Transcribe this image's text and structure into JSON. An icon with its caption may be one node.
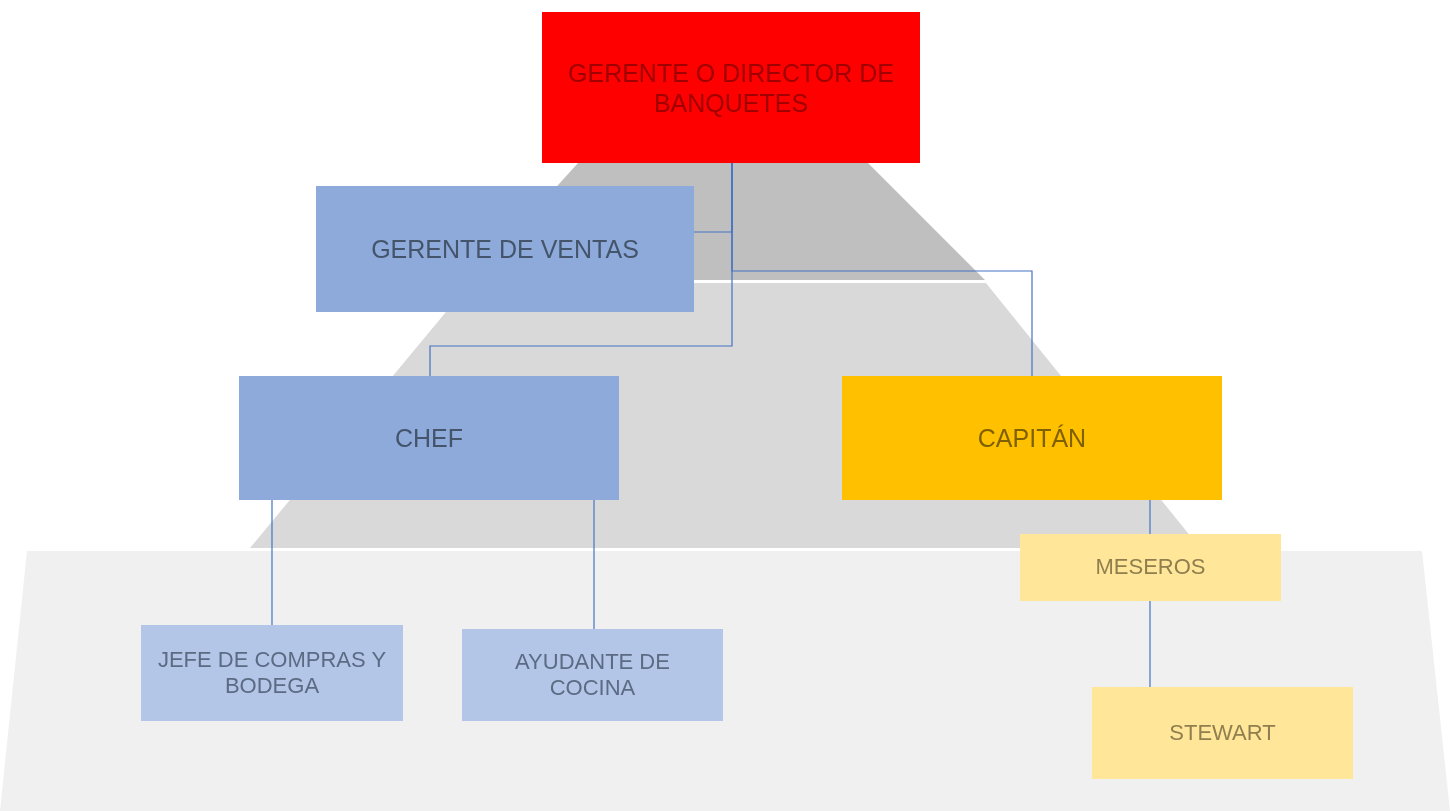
{
  "diagram": {
    "nodes": [
      {
        "text": [
          "GERENTE O DIRECTOR DE BANQUETES"
        ]
      },
      {
        "text": [
          "GERENTE DE VENTAS"
        ]
      },
      {
        "text": [
          "CHEF"
        ]
      },
      {
        "text": [
          "CAPITÁN"
        ]
      },
      {
        "text": [
          "JEFE DE COMPRAS Y BODEGA"
        ]
      },
      {
        "text": [
          "AYUDANTE DE COCINA"
        ]
      },
      {
        "text": [
          "MESEROS"
        ]
      },
      {
        "text": [
          "STEWART"
        ]
      }
    ],
    "edges": [
      {
        "from": 0,
        "to": 1,
        "arrow": "none"
      },
      {
        "from": 0,
        "to": 2,
        "arrow": "none"
      },
      {
        "from": 0,
        "to": 3,
        "arrow": "none"
      },
      {
        "from": 2,
        "to": 4,
        "arrow": "none"
      },
      {
        "from": 2,
        "to": 5,
        "arrow": "none"
      },
      {
        "from": 3,
        "to": 6,
        "arrow": "none"
      },
      {
        "from": 6,
        "to": 7,
        "arrow": "none"
      }
    ]
  }
}
